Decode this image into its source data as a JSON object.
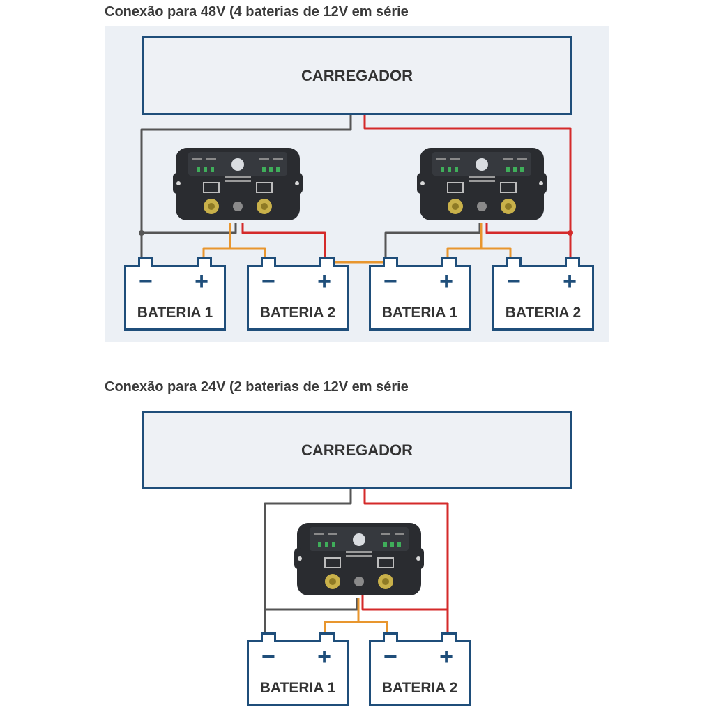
{
  "diagram_48v": {
    "title": "Conexão para 48V (4 baterias de 12V em série",
    "charger_label": "CARREGADOR",
    "batteries": [
      {
        "label": "BATERIA 1",
        "neg": "−",
        "pos": "+"
      },
      {
        "label": "BATERIA 2",
        "neg": "−",
        "pos": "+"
      },
      {
        "label": "BATERIA 1",
        "neg": "−",
        "pos": "+"
      },
      {
        "label": "BATERIA 2",
        "neg": "−",
        "pos": "+"
      }
    ]
  },
  "diagram_24v": {
    "title": "Conexão para 24V (2 baterias de 12V em série",
    "charger_label": "CARREGADOR",
    "batteries": [
      {
        "label": "BATERIA 1",
        "neg": "−",
        "pos": "+"
      },
      {
        "label": "BATERIA 2",
        "neg": "−",
        "pos": "+"
      }
    ]
  },
  "colors": {
    "negative_wire": "#555555",
    "positive_wire": "#d42a2a",
    "balance_wire": "#e8962e",
    "outline": "#1f4e7a",
    "panel_bg": "#ecf0f5"
  }
}
